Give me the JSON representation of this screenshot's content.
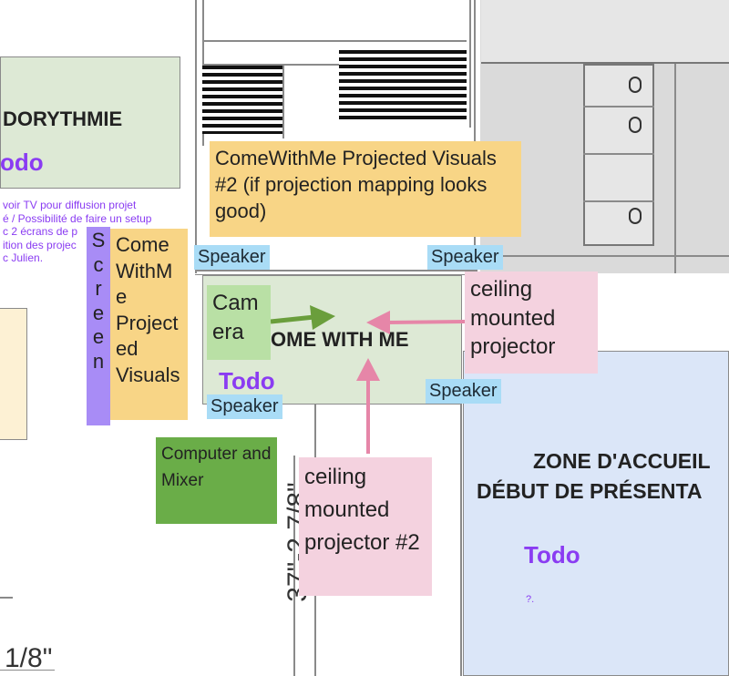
{
  "rooms": {
    "eurythmie": {
      "title": "DORYTHMIE",
      "todo": "odo",
      "notes": [
        "voir TV pour diffusion projet",
        "é / Possibilité de faire un setup",
        "c 2 écrans de p",
        "ition des projec",
        "c Julien."
      ]
    },
    "come_with_me": {
      "title": "OME WITH ME",
      "todo": "Todo"
    },
    "accueil": {
      "title_line1": "ZONE D'ACCUEIL",
      "title_line2": "DÉBUT DE PRÉSENTA",
      "todo": "Todo",
      "note": "?."
    }
  },
  "sticky_notes": {
    "projected_visuals_2": "ComeWithMe Projected Visuals #2 (if projection mapping looks good)",
    "screen": [
      "S",
      "c",
      "r",
      "e",
      "e",
      "n"
    ],
    "projected_visuals": "Come WithM e Project ed Visuals",
    "camera": "Cam era",
    "ceiling_projector": "ceiling mounted projector",
    "ceiling_projector_2": "ceiling mounted projector #2",
    "computer_mixer": "Computer and Mixer",
    "speaker": "Speaker"
  },
  "dimensions": {
    "vertical": "37\"-2 7/8\"",
    "bottom": "1/8\""
  },
  "colors": {
    "orange_note": "#f8d586",
    "pink_note": "#f4d2df",
    "blue_note": "#a9dcf6",
    "purple_note": "#a88cf6",
    "green_note": "#6aad48",
    "light_green_note": "#b9e0a5",
    "room_green": "#dde9d5",
    "room_blue": "#dbe6f8",
    "room_yellow": "#fdf1d4",
    "todo_purple": "#8a3cf2",
    "arrow_green": "#6a9e3c",
    "arrow_pink": "#e686a8"
  }
}
